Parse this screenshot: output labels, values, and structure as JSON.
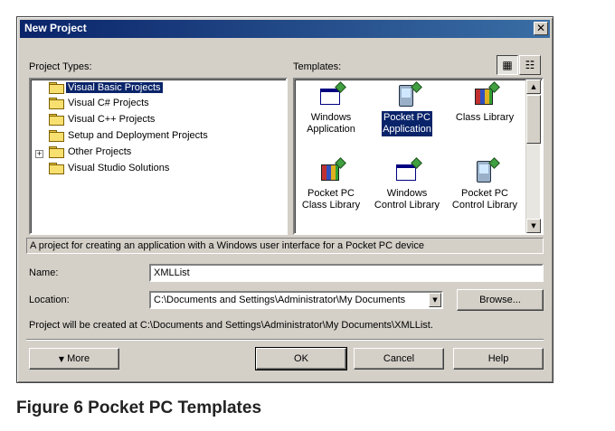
{
  "dialog": {
    "title": "New Project",
    "close_glyph": "✕"
  },
  "project_types": {
    "label": "Project Types:",
    "items": [
      {
        "label": "Visual Basic Projects",
        "selected": true,
        "expandable": false
      },
      {
        "label": "Visual C# Projects",
        "selected": false,
        "expandable": false
      },
      {
        "label": "Visual C++ Projects",
        "selected": false,
        "expandable": false
      },
      {
        "label": "Setup and Deployment Projects",
        "selected": false,
        "expandable": false
      },
      {
        "label": "Other Projects",
        "selected": false,
        "expandable": true,
        "expand_glyph": "+"
      },
      {
        "label": "Visual Studio Solutions",
        "selected": false,
        "expandable": false
      }
    ]
  },
  "templates": {
    "label": "Templates:",
    "view_buttons": [
      "large-icons-view",
      "list-view"
    ],
    "view_glyphs": [
      "▦",
      "☷"
    ],
    "items": [
      {
        "line1": "Windows",
        "line2": "Application",
        "icon": "windows-application-icon",
        "selected": false
      },
      {
        "line1": "Pocket PC",
        "line2": "Application",
        "icon": "pocket-pc-application-icon",
        "selected": true
      },
      {
        "line1": "Class Library",
        "line2": "",
        "icon": "class-library-icon",
        "selected": false
      },
      {
        "line1": "Pocket PC",
        "line2": "Class Library",
        "icon": "pocket-pc-class-library-icon",
        "selected": false
      },
      {
        "line1": "Windows",
        "line2": "Control Library",
        "icon": "windows-control-library-icon",
        "selected": false
      },
      {
        "line1": "Pocket PC",
        "line2": "Control Library",
        "icon": "pocket-pc-control-library-icon",
        "selected": false
      }
    ]
  },
  "description": "A project for creating an application with a Windows user interface for a Pocket PC device",
  "name_field": {
    "label": "Name:",
    "value": "XMLList"
  },
  "location_field": {
    "label": "Location:",
    "value": "C:\\Documents and Settings\\Administrator\\My Documents",
    "browse_label": "Browse..."
  },
  "created_at_text": "Project will be created at C:\\Documents and Settings\\Administrator\\My Documents\\XMLList.",
  "buttons": {
    "more_label": "More",
    "more_glyph": "▼",
    "ok_label": "OK",
    "cancel_label": "Cancel",
    "help_label": "Help"
  },
  "caption": "Figure 6 Pocket PC Templates"
}
